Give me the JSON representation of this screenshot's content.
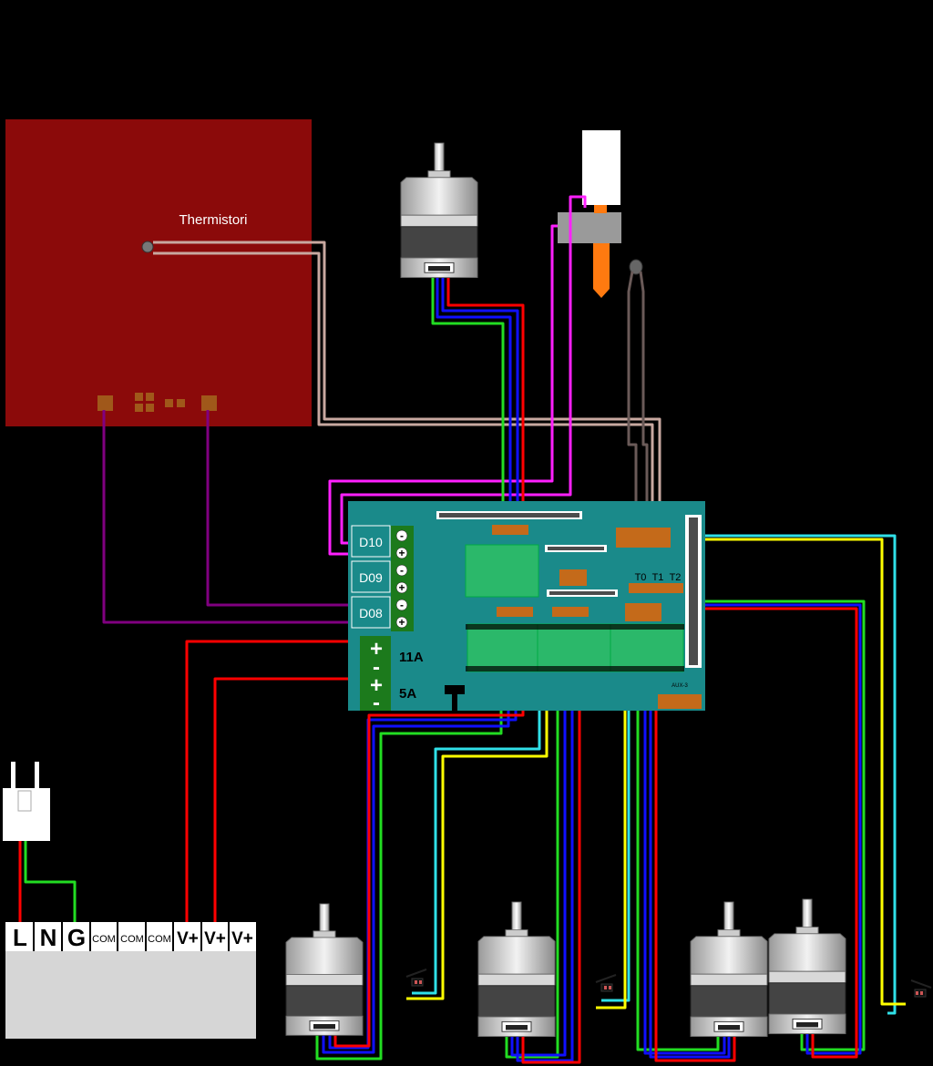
{
  "heatbed": {
    "thermistor_label": "Thermistori"
  },
  "board": {
    "mosfets": [
      "D10",
      "D09",
      "D08"
    ],
    "power_in": {
      "high": "11A",
      "low": "5A",
      "plus": "+",
      "minus": "-"
    },
    "thermistor_header": [
      "T0",
      "T1",
      "T2"
    ],
    "aux_label": "AUX-3"
  },
  "psu": {
    "terminals": [
      "L",
      "N",
      "G",
      "COM",
      "COM",
      "COM",
      "V+",
      "V+",
      "V+"
    ]
  },
  "colors": {
    "background": "#000000",
    "heatbed": "#8b0a0a",
    "board": "#1a8a8a",
    "wire_red": "#ff0000",
    "wire_green": "#22dd22",
    "wire_blue": "#1010ff",
    "wire_yellow": "#ffff00",
    "wire_cyan": "#30e0e8",
    "wire_magenta": "#ff20ff",
    "wire_purple": "#800080",
    "wire_thermistor": "#c8a8a0",
    "nozzle": "#ff7a10"
  },
  "icons": {
    "plug": "power-plug-icon",
    "motor": "stepper-motor-icon",
    "endstop": "endstop-switch-icon"
  }
}
